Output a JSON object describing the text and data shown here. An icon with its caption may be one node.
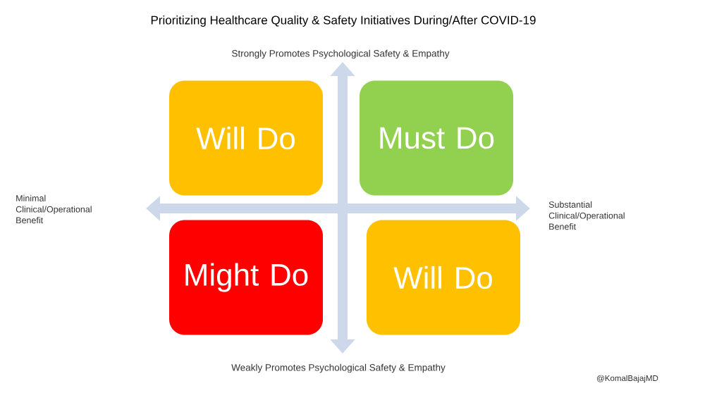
{
  "diagram": {
    "title": "Prioritizing Healthcare Quality & Safety Initiatives During/After COVID-19",
    "nodes": [
      {
        "text": [
          "Will Do"
        ]
      },
      {
        "text": [
          "Must Do"
        ]
      },
      {
        "text": [
          "Might Do"
        ]
      },
      {
        "text": [
          "Will Do"
        ]
      }
    ],
    "edges": [],
    "labels": [
      "Strongly Promotes Psychological Safety & Empathy",
      "Minimal Clinical/Operational Benefit",
      "Substantial Clinical/Operational Benefit",
      "Weakly Promotes Psychological Safety & Empathy",
      "@KomalBajajMD"
    ]
  }
}
